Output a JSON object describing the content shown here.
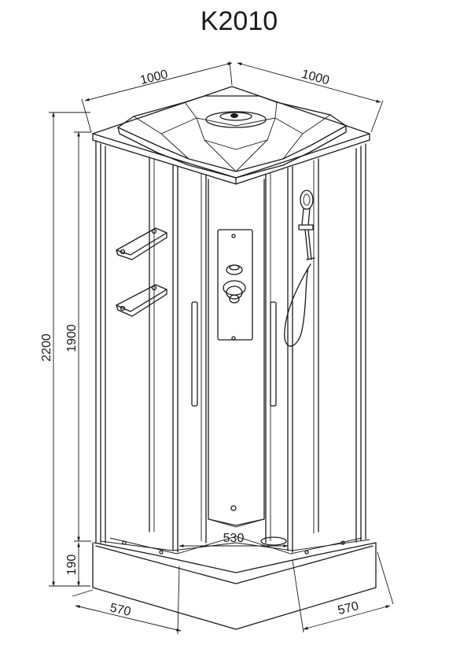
{
  "title": "K2010",
  "dimensions": {
    "top_left_width": "1000",
    "top_right_width": "1000",
    "total_height": "2200",
    "cabin_height": "1900",
    "tray_height": "190",
    "bottom_left_width": "570",
    "bottom_right_width": "570",
    "tray_front": "530"
  }
}
